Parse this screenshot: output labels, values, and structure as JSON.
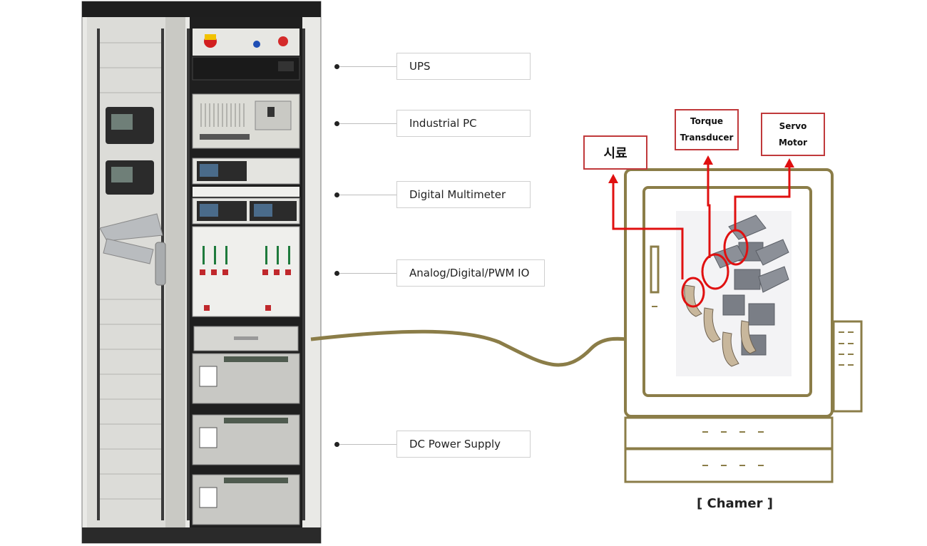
{
  "rack_labels": [
    "UPS",
    "Industrial PC",
    "Digital Multimeter",
    "Analog/Digital/PWM IO",
    "DC Power Supply"
  ],
  "callouts": {
    "sample": "시료",
    "torque_line1": "Torque",
    "torque_line2": "Transducer",
    "servo_line1": "Servo",
    "servo_line2": "Motor"
  },
  "chamber_caption": "[ Chamer ]",
  "colors": {
    "chamber_outline": "#8b7d48",
    "callout_red": "#e01010",
    "callout_border": "#c0393b"
  }
}
